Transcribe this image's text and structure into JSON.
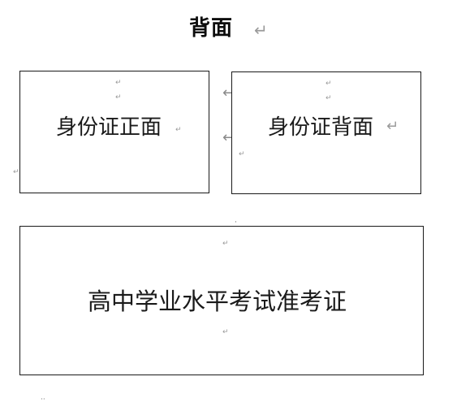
{
  "page": {
    "title": "背面",
    "paragraph_mark": "↵"
  },
  "boxes": {
    "id_front": {
      "label": "身份证正面"
    },
    "id_back": {
      "label": "身份证背面"
    },
    "exam_ticket": {
      "label": "高中学业水平考试准考证"
    }
  },
  "icons": {
    "paragraph_mark": "paragraph-mark-icon",
    "anchor": "anchor-arrow-icon"
  },
  "colors": {
    "text": "#1a1a1a",
    "border": "#1a1a1a",
    "mark": "#9a9a9a"
  }
}
